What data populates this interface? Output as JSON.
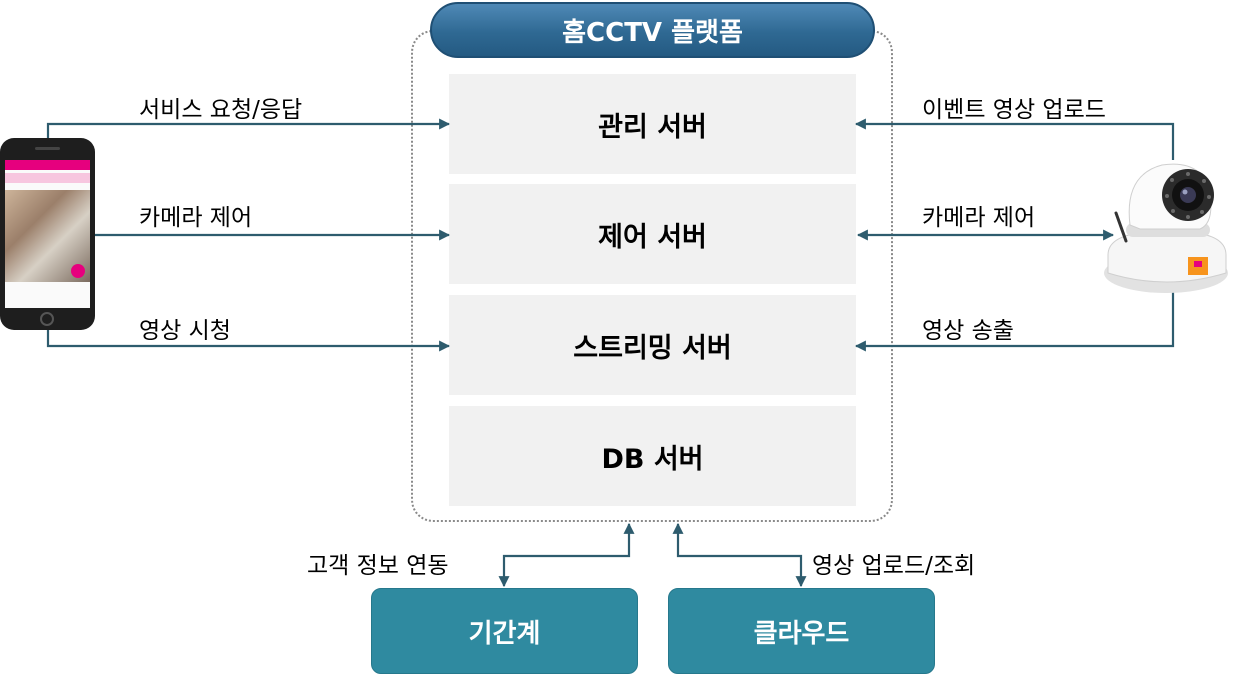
{
  "platform": {
    "title": "홈CCTV 플랫폼",
    "servers": [
      "관리 서버",
      "제어 서버",
      "스트리밍 서버",
      "DB 서버"
    ]
  },
  "left_flows": [
    "서비스 요청/응답",
    "카메라 제어",
    "영상 시청"
  ],
  "right_flows": [
    "이벤트 영상 업로드",
    "카메라 제어",
    "영상 송출"
  ],
  "bottom": {
    "systems": [
      "기간계",
      "클라우드"
    ],
    "flows": [
      "고객 정보 연동",
      "영상 업로드/조회"
    ]
  },
  "colors": {
    "title_blue": "#2f6993",
    "box_teal": "#2f8aa0",
    "arrow": "#2e5c6e",
    "server_bg": "#f1f1f1"
  },
  "icons": [
    "smartphone-icon",
    "cctv-camera-icon"
  ]
}
